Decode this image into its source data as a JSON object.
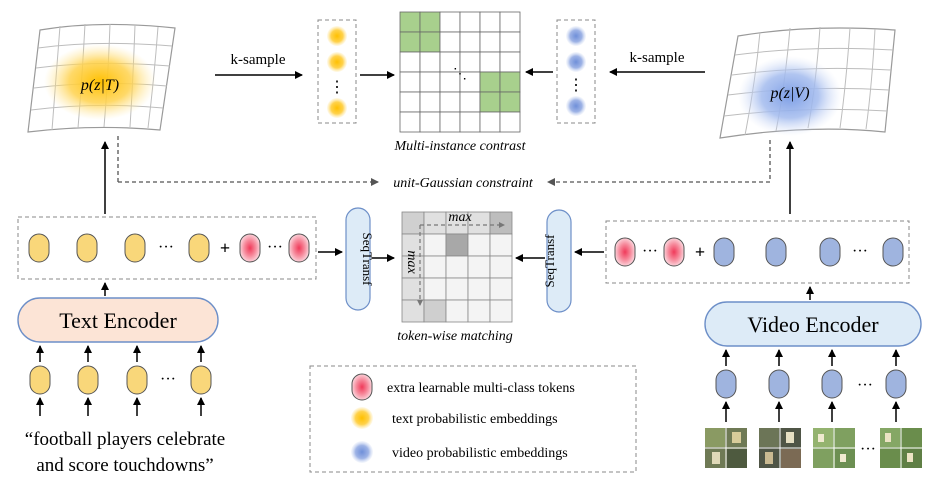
{
  "distributions": {
    "text": "p(z|T)",
    "video": "p(z|V)"
  },
  "arrows": {
    "k_sample_left": "k-sample",
    "k_sample_right": "k-sample",
    "unit_gaussian": "unit-Gaussian constraint"
  },
  "contrast": {
    "caption": "Multi-instance contrast",
    "ellipsis": "⋱",
    "grid_size": 6,
    "highlighted_cells": [
      [
        0,
        0
      ],
      [
        1,
        0
      ],
      [
        0,
        1
      ],
      [
        1,
        1
      ],
      [
        4,
        3
      ],
      [
        5,
        3
      ],
      [
        4,
        4
      ],
      [
        5,
        4
      ]
    ]
  },
  "matching": {
    "caption": "token-wise matching",
    "max_horizontal": "max",
    "max_vertical": "max",
    "seq_transf_left": "SeqTransf",
    "seq_transf_right": "SeqTransf"
  },
  "encoders": {
    "text": "Text Encoder",
    "video": "Video Encoder"
  },
  "token_ellipsis": "···",
  "plus": "+",
  "vertical_ellipsis": "⋮",
  "input_text": {
    "line1": "“football players celebrate",
    "line2": "and score touchdowns”"
  },
  "legend": {
    "items": [
      {
        "label": "extra learnable multi-class tokens"
      },
      {
        "label": "text probabilistic embeddings"
      },
      {
        "label": "video probabilistic embeddings"
      }
    ]
  },
  "colors": {
    "text_token": "#F9D77A",
    "video_token": "#9FB4DF",
    "class_token": "#F47C8E",
    "green_cell": "#A8D08D",
    "grey_cell": "#BDBDBD",
    "text_encoder_fill": "#FCE4D6",
    "video_encoder_fill": "#DDEBF7"
  }
}
